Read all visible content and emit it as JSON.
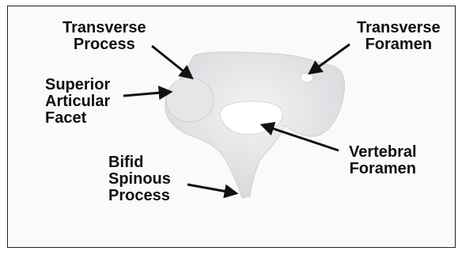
{
  "labels": {
    "transverse_process": "Transverse\nProcess",
    "transverse_foramen": "Transverse\nForamen",
    "superior_articular_facet": "Superior\nArticular\nFacet",
    "vertebral_foramen": "Vertebral\nForamen",
    "bifid_spinous_process": "Bifid\nSpinous\nProcess"
  },
  "colors": {
    "bone": "#e9e9eb",
    "bone_shadow": "#cfcfd3",
    "arrow": "#111111",
    "foramen": "#ffffff"
  }
}
